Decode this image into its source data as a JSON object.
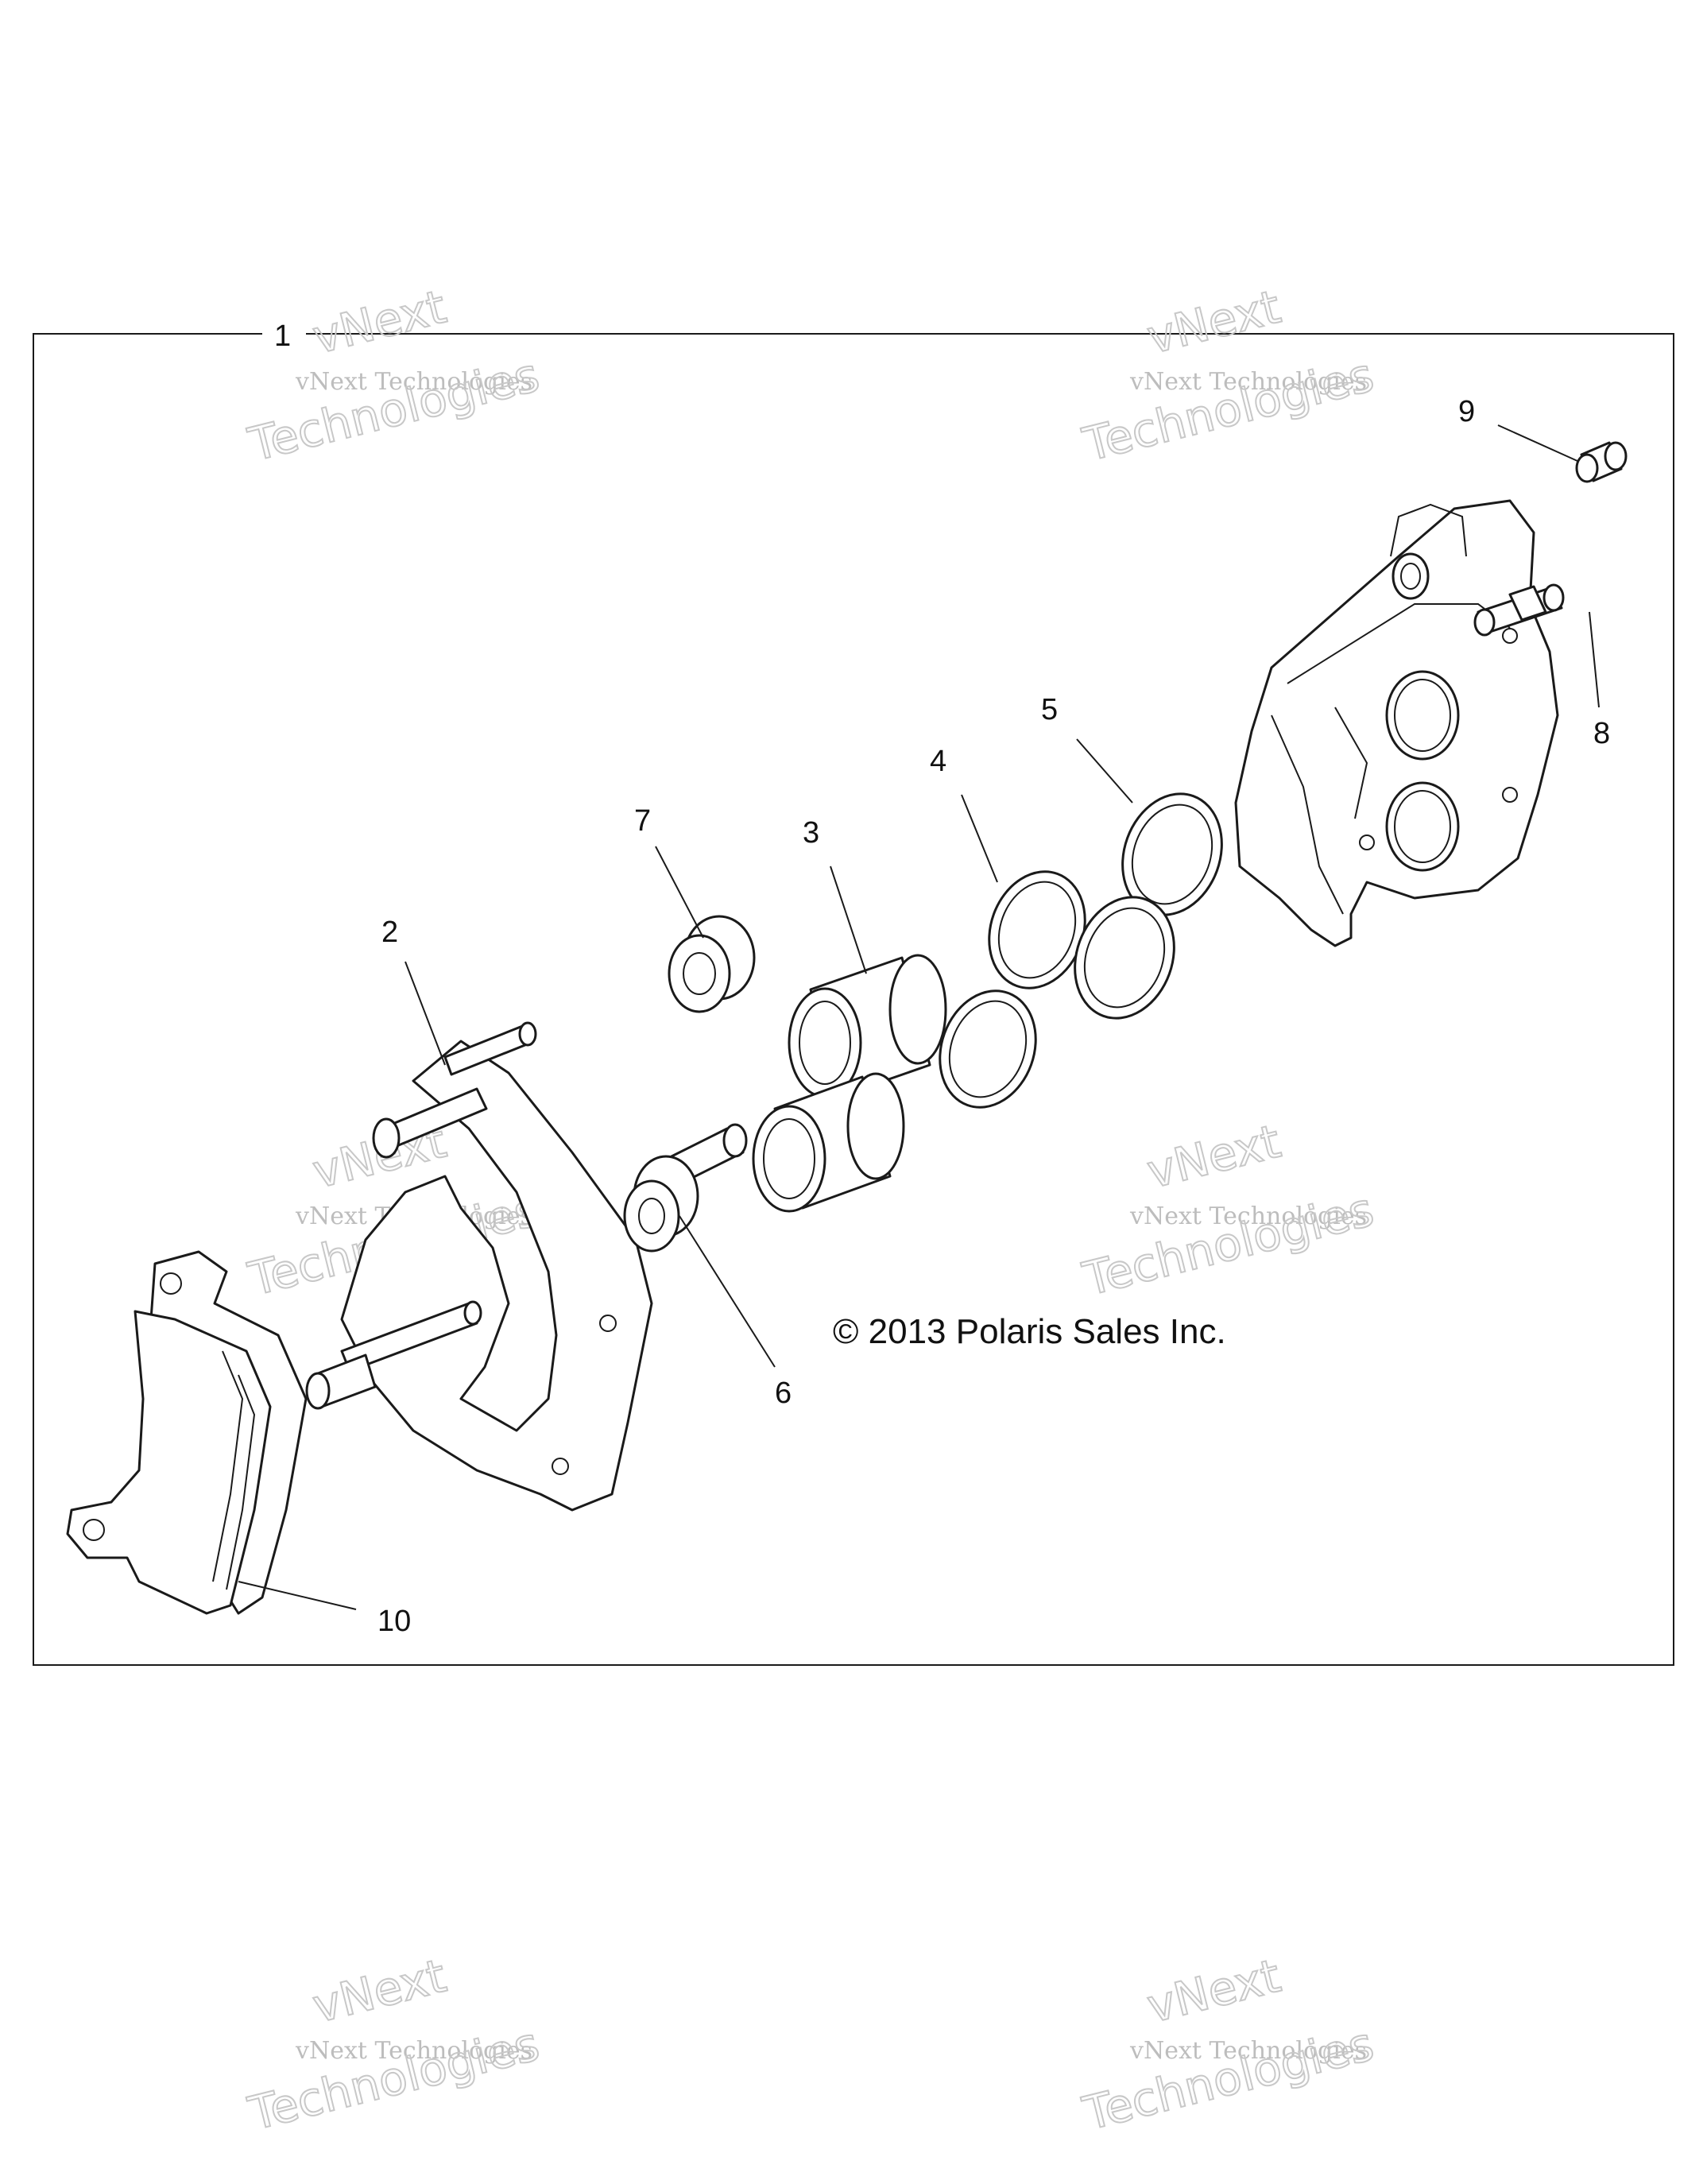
{
  "callouts": {
    "c1": "1",
    "c2": "2",
    "c3": "3",
    "c4": "4",
    "c5": "5",
    "c6": "6",
    "c7": "7",
    "c8": "8",
    "c9": "9",
    "c10": "10"
  },
  "copyright": "© 2013 Polaris Sales Inc.",
  "watermark": {
    "line1": "vNext Technologies",
    "line2": "vNext",
    "line3": "Technologies"
  },
  "colors": {
    "line": "#1a1a1a",
    "watermark": "#c8c8c8",
    "background": "#ffffff"
  }
}
